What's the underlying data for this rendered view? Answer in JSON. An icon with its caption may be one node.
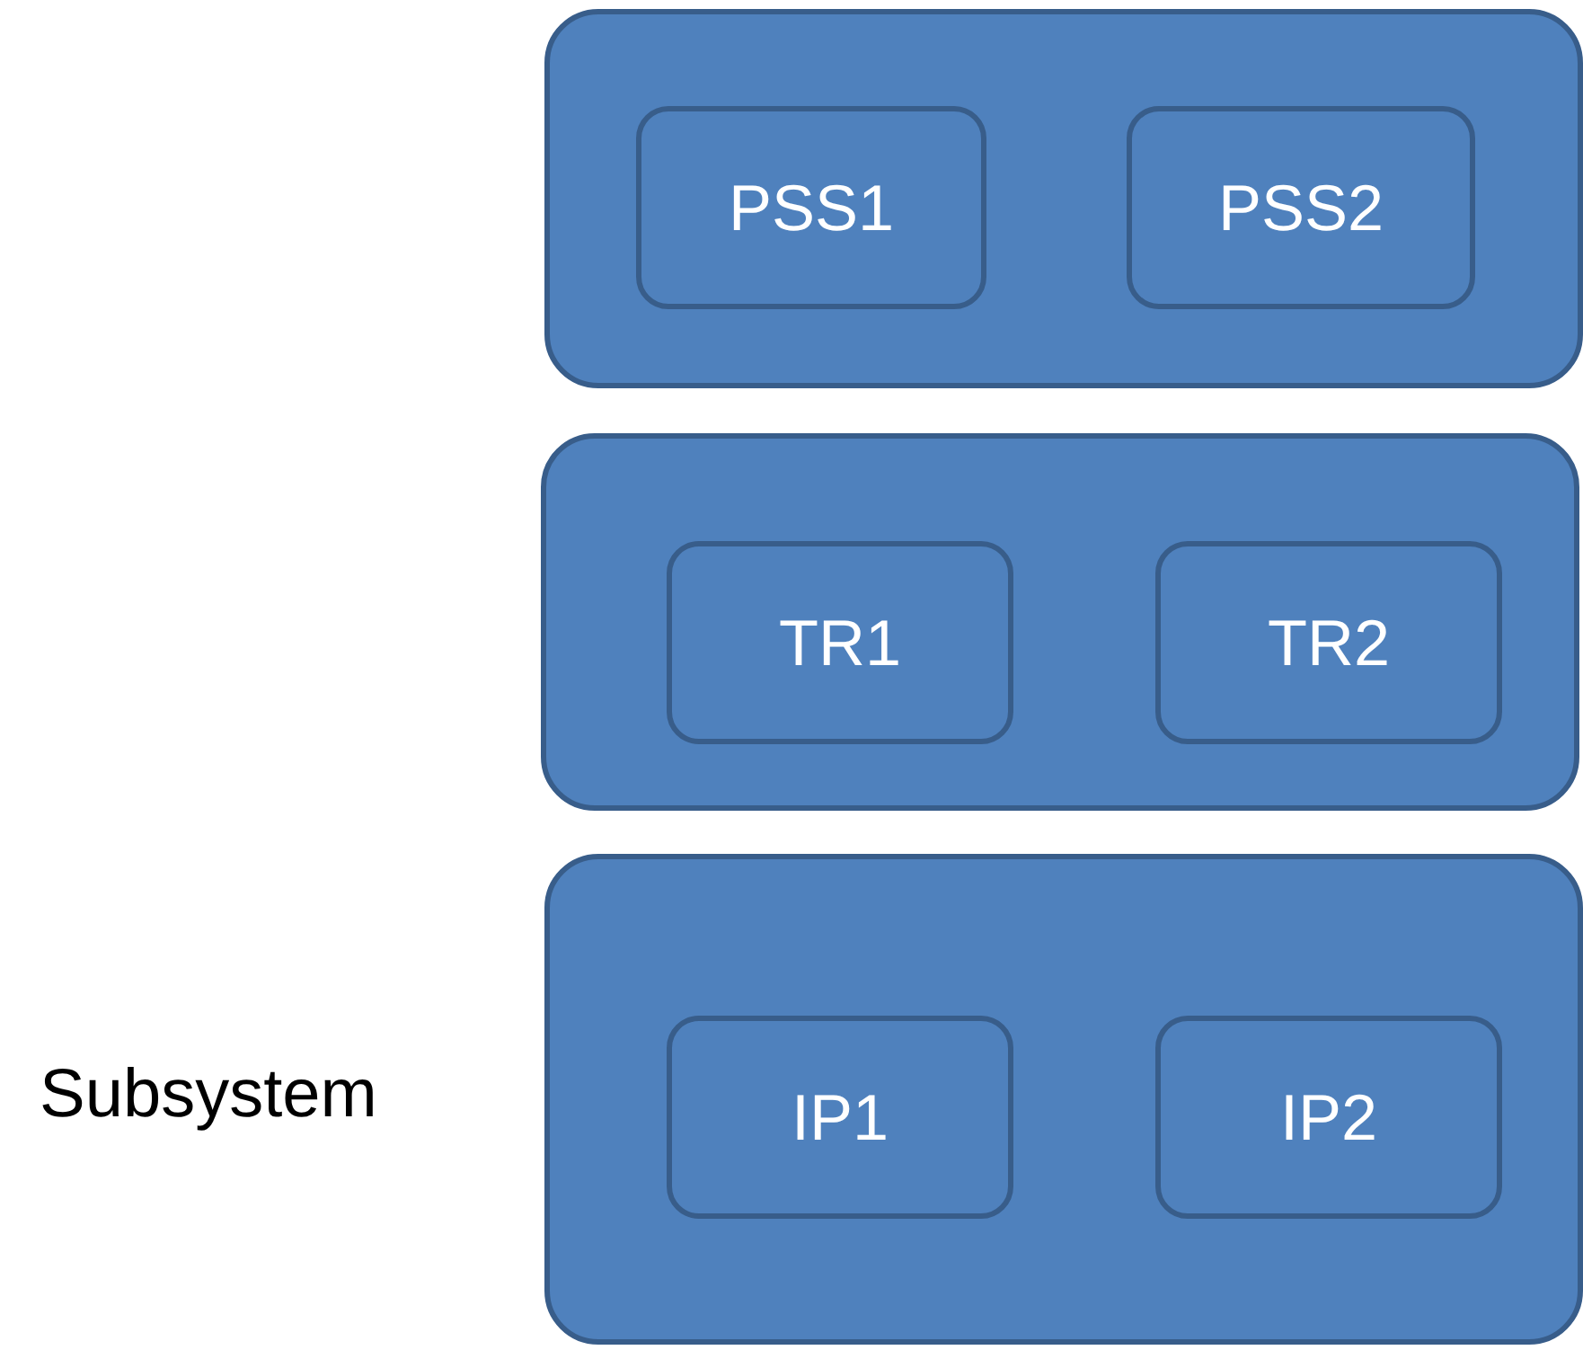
{
  "diagram": {
    "nodes": [
      {
        "text": [],
        "shape": "box"
      },
      {
        "text": [
          "PSS1"
        ],
        "in": 0
      },
      {
        "text": [
          "PSS2"
        ],
        "in": 0
      },
      {
        "text": [],
        "shape": "box"
      },
      {
        "text": [
          "TR1"
        ],
        "in": 3
      },
      {
        "text": [
          "TR2"
        ],
        "in": 3
      },
      {
        "text": [],
        "shape": "box"
      },
      {
        "text": [
          "IP1"
        ],
        "in": 6
      },
      {
        "text": [
          "IP2"
        ],
        "in": 6
      }
    ],
    "labels": [
      "Subsystem"
    ]
  }
}
